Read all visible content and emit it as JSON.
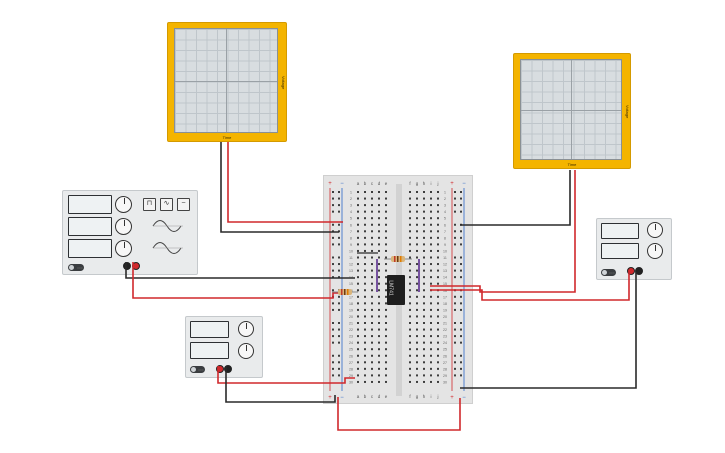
{
  "scopes": [
    {
      "time_label": "Time",
      "voltage_label": "Voltage"
    },
    {
      "time_label": "Time",
      "voltage_label": "Voltage"
    }
  ],
  "function_generator": {
    "waves": [
      "square-wave-icon",
      "triangle-wave-icon",
      "sine-wave-icon"
    ],
    "switch_label": "OFF"
  },
  "power_supply_right": {
    "switch_label": "OFF"
  },
  "power_supply_bottom": {
    "switch_label": "OFF"
  },
  "breadboard": {
    "columns_left": [
      "a",
      "b",
      "c",
      "d",
      "e"
    ],
    "columns_right": [
      "f",
      "g",
      "h",
      "i",
      "j"
    ],
    "row_numbers": [
      "1",
      "2",
      "3",
      "4",
      "5",
      "6",
      "7",
      "8",
      "9",
      "10",
      "11",
      "12",
      "13",
      "14",
      "15",
      "16",
      "17",
      "18",
      "19",
      "20",
      "21",
      "22",
      "23",
      "24",
      "25",
      "26",
      "27",
      "28",
      "29",
      "30"
    ]
  },
  "chip": {
    "label": "LM741"
  },
  "colors": {
    "scope": "#f4b400",
    "wire_red": "#d0282c",
    "wire_black": "#2a2a2a",
    "breadboard": "#e4e4e4"
  }
}
